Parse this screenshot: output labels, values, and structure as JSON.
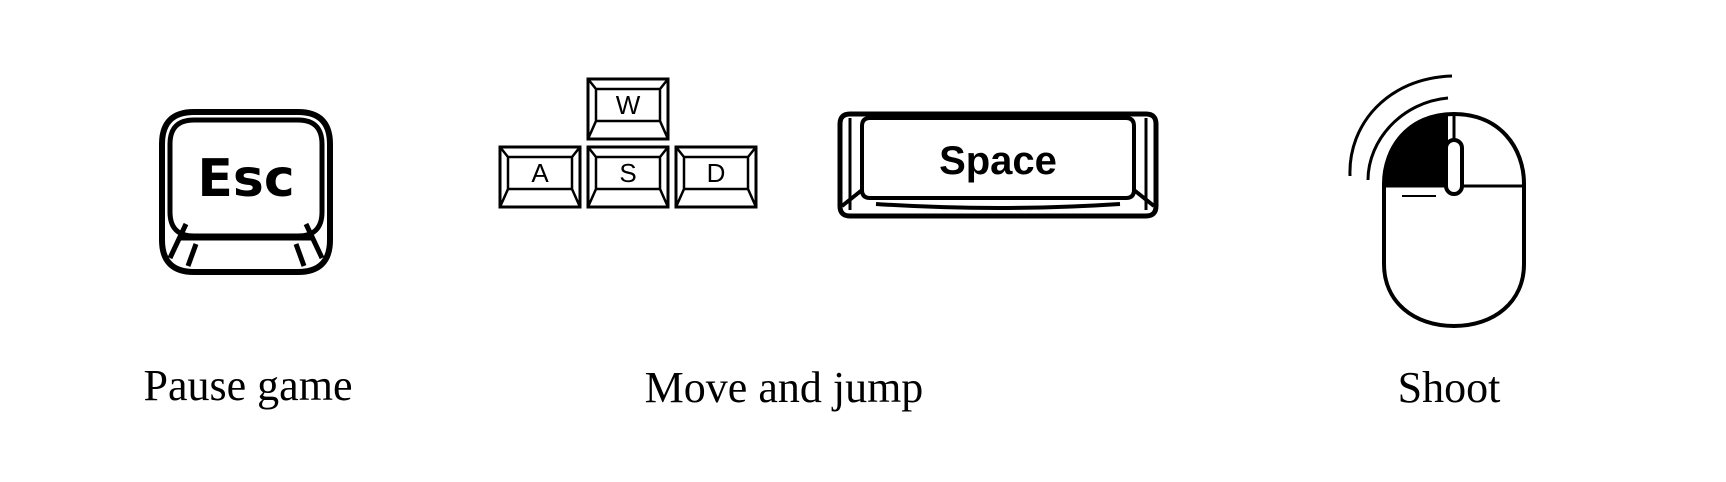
{
  "controls": [
    {
      "id": "pause",
      "label": "Pause game",
      "keys": [
        "Esc"
      ]
    },
    {
      "id": "move",
      "label": "Move and jump",
      "keys": [
        "W",
        "A",
        "S",
        "D",
        "Space"
      ]
    },
    {
      "id": "shoot",
      "label": "Shoot",
      "input": "left-mouse-button"
    }
  ],
  "colors": {
    "ink": "#000000",
    "background": "#ffffff"
  },
  "icons": {
    "esc": "esc-key-icon",
    "wasd": "wasd-keys-icon",
    "space": "space-key-icon",
    "mouse": "mouse-left-click-icon"
  }
}
